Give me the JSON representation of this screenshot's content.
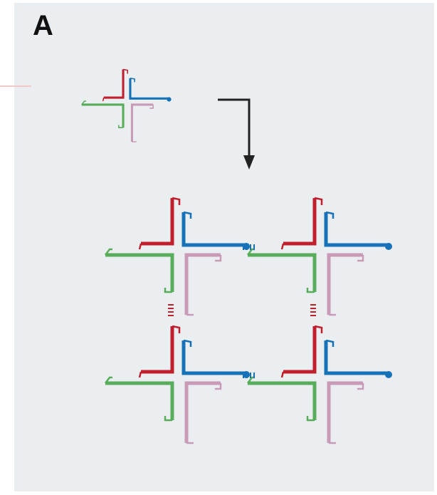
{
  "panel": {
    "label": "A"
  },
  "colors": {
    "background": "#ebeef1",
    "red": "#c0202e",
    "blue": "#1672b8",
    "green": "#58ad5a",
    "pink": "#c99ab8",
    "arrow": "#222222"
  },
  "strand_order": [
    "red",
    "blue",
    "green",
    "pink"
  ],
  "junctions": {
    "monomer_count": 1,
    "lattice_rows": 2,
    "lattice_cols": 2
  },
  "arrow_icon": "bent-arrow-icon"
}
